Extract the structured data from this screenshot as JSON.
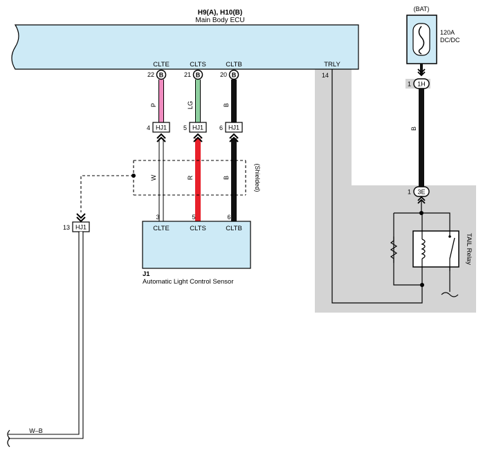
{
  "ecu": {
    "connector_ids": "H9(A), H10(B)",
    "name": "Main Body ECU",
    "pins": [
      {
        "label": "CLTE",
        "pin": "22",
        "conn": "B"
      },
      {
        "label": "CLTS",
        "pin": "21",
        "conn": "B"
      },
      {
        "label": "CLTB",
        "pin": "20",
        "conn": "B"
      }
    ],
    "trly": {
      "label": "TRLY",
      "pin": "14"
    }
  },
  "upper_wires": [
    {
      "color_code": "P",
      "color": "#f08cc0"
    },
    {
      "color_code": "LG",
      "color": "#8fd0a0"
    },
    {
      "color_code": "B",
      "color": "#111111"
    }
  ],
  "junction": {
    "id": "HJ1",
    "pins": [
      "4",
      "5",
      "6"
    ],
    "ground_pin": "13"
  },
  "lower_wires": [
    {
      "color_code": "W",
      "color": "#ffffff"
    },
    {
      "color_code": "R",
      "color": "#e8202a"
    },
    {
      "color_code": "B",
      "color": "#111111"
    }
  ],
  "shielded_label": "(Shielded)",
  "sensor": {
    "id": "J1",
    "name": "Automatic Light Control Sensor",
    "pins": [
      {
        "label": "CLTE",
        "pin": "3"
      },
      {
        "label": "CLTS",
        "pin": "5"
      },
      {
        "label": "CLTB",
        "pin": "6"
      }
    ]
  },
  "ground_ref": "W–B",
  "power": {
    "source": "(BAT)",
    "fuse_amp": "120A",
    "fuse_name": "DC/DC",
    "conn_top": {
      "pin": "1",
      "id": "1H"
    },
    "wire_color_code": "B",
    "conn_bottom": {
      "pin": "1",
      "id": "3E"
    }
  },
  "relay": {
    "name": "TAIL Relay"
  },
  "colors": {
    "ecu_fill": "#cdeaf6",
    "shade_gray": "#d4d4d4",
    "wire_black": "#111111"
  }
}
